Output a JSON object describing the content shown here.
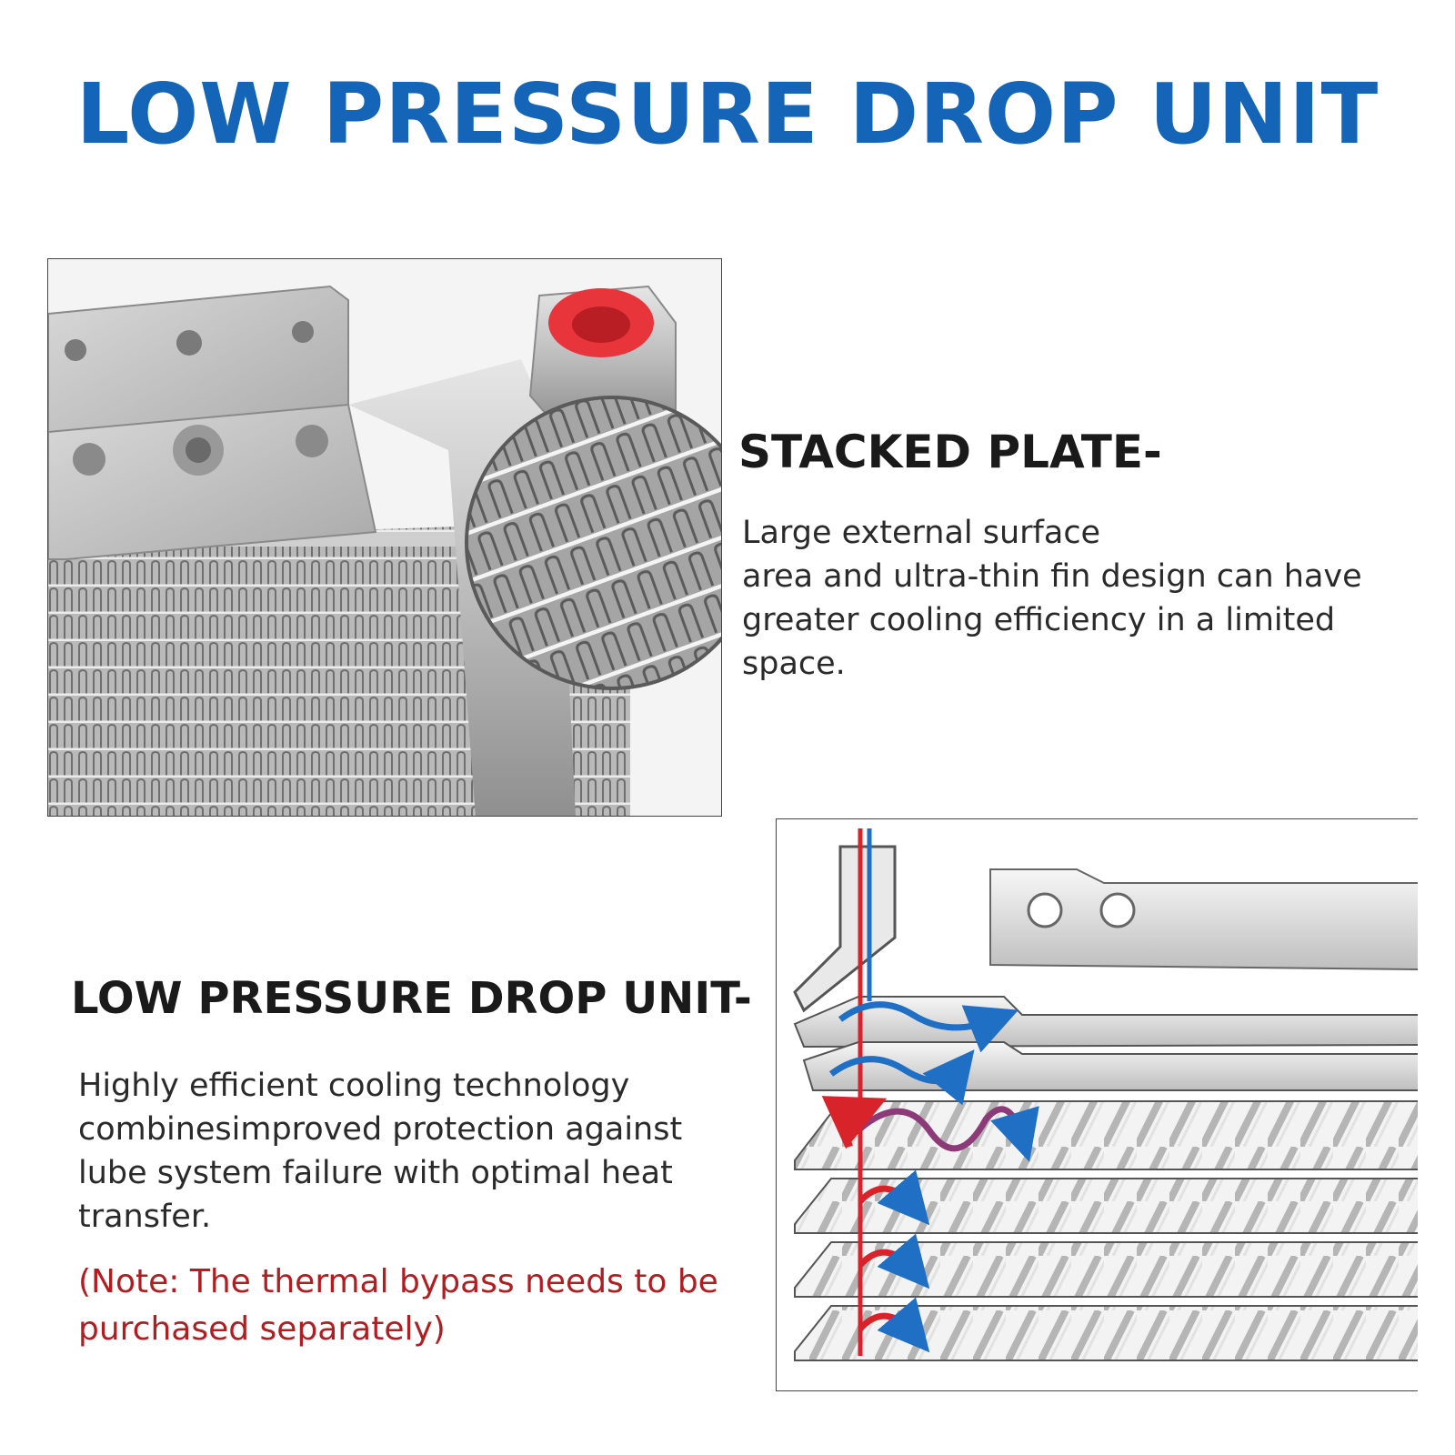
{
  "title": "LOW PRESSURE DROP UNIT",
  "stacked_plate": {
    "heading": "STACKED PLATE-",
    "lines": [
      "Large external surface",
      "area and ultra-thin fin design can have",
      "greater cooling efficiency in a limited",
      "space."
    ]
  },
  "low_pressure": {
    "heading": "LOW PRESSURE DROP UNIT-",
    "lines": [
      "Highly efficient cooling technology",
      "combinesimproved protection against",
      "lube system failure with optimal heat",
      "transfer."
    ],
    "note_lines": [
      "(Note: The thermal bypass needs to be",
      "purchased separately)"
    ]
  },
  "colors": {
    "title_blue": "#1464b8",
    "note_red": "#b01e22",
    "flow_hot": "#d8232a",
    "flow_cool": "#1f6fc4",
    "port_cap": "#e8343b"
  },
  "icons": [
    "oil-cooler-photo",
    "flow-diagram"
  ]
}
